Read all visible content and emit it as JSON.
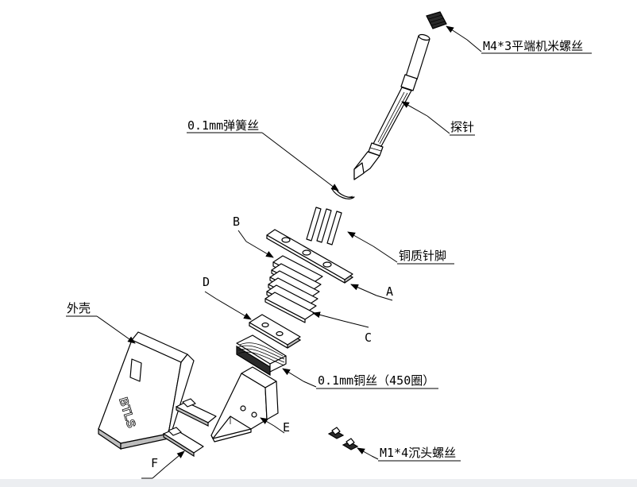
{
  "labels": {
    "screw_m4": "M4*3平端机米螺丝",
    "probe": "探针",
    "spring_wire": "0.1mm弹簧丝",
    "copper_pins": "铜质针脚",
    "b": "B",
    "a": "A",
    "d": "D",
    "c": "C",
    "shell": "外壳",
    "copper_wire": "0.1mm铜丝（450圈）",
    "e": "E",
    "f": "F",
    "screw_m1": "M1*4沉头螺丝"
  },
  "shell_marking": "BTLS"
}
